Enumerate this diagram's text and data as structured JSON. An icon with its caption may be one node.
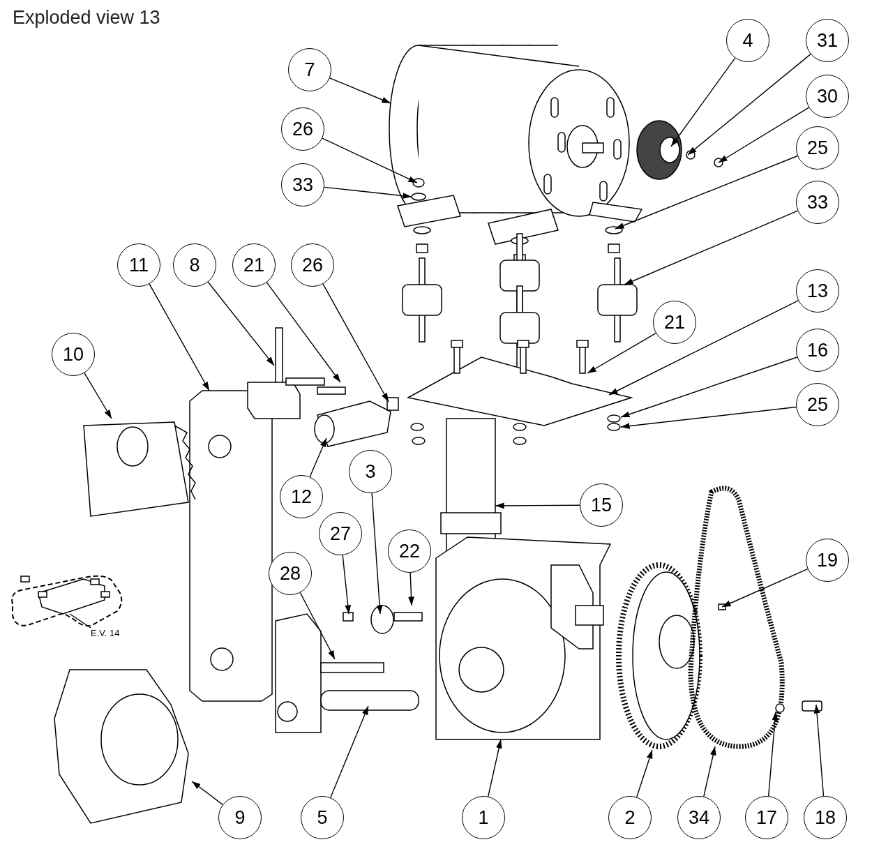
{
  "diagram": {
    "title": "Exploded view 13",
    "nodes": [
      {
        "text": [
          "7"
        ]
      },
      {
        "text": [
          "4"
        ]
      },
      {
        "text": [
          "31"
        ]
      },
      {
        "text": [
          "30"
        ]
      },
      {
        "text": [
          "26"
        ]
      },
      {
        "text": [
          "25"
        ]
      },
      {
        "text": [
          "33"
        ]
      },
      {
        "text": [
          "33"
        ]
      },
      {
        "text": [
          "11"
        ]
      },
      {
        "text": [
          "8"
        ]
      },
      {
        "text": [
          "21"
        ]
      },
      {
        "text": [
          "26"
        ]
      },
      {
        "text": [
          "13"
        ]
      },
      {
        "text": [
          "21"
        ]
      },
      {
        "text": [
          "10"
        ]
      },
      {
        "text": [
          "16"
        ]
      },
      {
        "text": [
          "25"
        ]
      },
      {
        "text": [
          "3"
        ]
      },
      {
        "text": [
          "12"
        ]
      },
      {
        "text": [
          "15"
        ]
      },
      {
        "text": [
          "27"
        ]
      },
      {
        "text": [
          "22"
        ]
      },
      {
        "text": [
          "19"
        ]
      },
      {
        "text": [
          "28"
        ]
      },
      {
        "text": [
          "9"
        ]
      },
      {
        "text": [
          "5"
        ]
      },
      {
        "text": [
          "1"
        ]
      },
      {
        "text": [
          "2"
        ]
      },
      {
        "text": [
          "34"
        ]
      },
      {
        "text": [
          "17"
        ]
      },
      {
        "text": [
          "18"
        ]
      },
      {
        "text": [],
        "shape": "box"
      },
      {
        "text": [
          "E.V. 14"
        ]
      }
    ],
    "edges": [
      {
        "from": 0,
        "to": null,
        "arrow": "to"
      },
      {
        "from": 1,
        "to": null,
        "arrow": "to"
      },
      {
        "from": 2,
        "to": null,
        "arrow": "to"
      },
      {
        "from": 3,
        "to": null,
        "arrow": "to"
      },
      {
        "from": 4,
        "to": null,
        "arrow": "to"
      },
      {
        "from": 5,
        "to": null,
        "arrow": "to"
      },
      {
        "from": 6,
        "to": null,
        "arrow": "to"
      },
      {
        "from": 7,
        "to": null,
        "arrow": "to"
      },
      {
        "from": 8,
        "to": null,
        "arrow": "to"
      },
      {
        "from": 9,
        "to": null,
        "arrow": "to"
      },
      {
        "from": 10,
        "to": null,
        "arrow": "to"
      },
      {
        "from": 11,
        "to": null,
        "arrow": "to"
      },
      {
        "from": 12,
        "to": null,
        "arrow": "to"
      },
      {
        "from": 13,
        "to": null,
        "arrow": "to"
      },
      {
        "from": 14,
        "to": null,
        "arrow": "to"
      },
      {
        "from": 15,
        "to": null,
        "arrow": "to"
      },
      {
        "from": 16,
        "to": null,
        "arrow": "to"
      },
      {
        "from": 17,
        "to": null,
        "arrow": "to"
      },
      {
        "from": 18,
        "to": null,
        "arrow": "to"
      },
      {
        "from": 19,
        "to": null,
        "arrow": "to"
      },
      {
        "from": 20,
        "to": null,
        "arrow": "to"
      },
      {
        "from": 21,
        "to": null,
        "arrow": "to"
      },
      {
        "from": 22,
        "to": null,
        "arrow": "to"
      },
      {
        "from": 23,
        "to": null,
        "arrow": "to"
      },
      {
        "from": 24,
        "to": null,
        "arrow": "to"
      },
      {
        "from": 25,
        "to": null,
        "arrow": "to"
      },
      {
        "from": 26,
        "to": null,
        "arrow": "to"
      },
      {
        "from": 27,
        "to": null,
        "arrow": "to"
      },
      {
        "from": 28,
        "to": null,
        "arrow": "to"
      },
      {
        "from": 29,
        "to": null,
        "arrow": "to"
      },
      {
        "from": 30,
        "to": null,
        "arrow": "to"
      },
      {
        "from": 31,
        "to": 32,
        "arrow": "none"
      }
    ]
  }
}
